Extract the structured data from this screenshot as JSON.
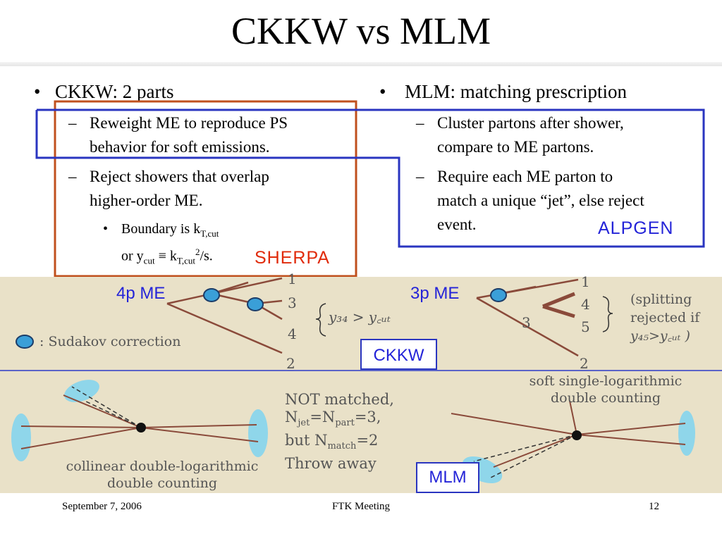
{
  "title": "CKKW vs MLM",
  "left": {
    "bullet": "CKKW: 2 parts",
    "subs": [
      "Reweight ME to reproduce PS",
      "behavior for soft emissions.",
      "Reject showers that overlap",
      "higher-order ME."
    ],
    "boundary_a": "Boundary is k",
    "boundary_a_sub": "T,cut",
    "boundary_b": "or y",
    "boundary_b_sub1": "cut",
    "boundary_b_mid": " ≡ k",
    "boundary_b_sub2": "T,cut",
    "boundary_b_sup": "2",
    "boundary_b_end": "/s."
  },
  "right": {
    "bullet": "MLM: matching prescription",
    "subs": [
      "Cluster partons after shower,",
      "compare to ME partons.",
      "Require each ME parton to",
      "match a unique “jet”, else reject",
      "event."
    ]
  },
  "labels": {
    "sherpa": "SHERPA",
    "alpgen": "ALPGEN",
    "me4": "4p ME",
    "me3": "3p ME",
    "ckkw": "CKKW",
    "mlm": "MLM"
  },
  "ckkw_fig": {
    "sudakov": ": Sudakov correction",
    "left_nums": [
      "1",
      "3",
      "4",
      "2"
    ],
    "y34": "y₃₄ > y꜀ᵤₜ",
    "right_nums": [
      "1",
      "4",
      "5",
      "3",
      "2"
    ],
    "splitting": [
      "(splitting",
      "rejected if",
      "y₄₅>y꜀ᵤₜ )"
    ]
  },
  "mlm_fig": {
    "collinear": [
      "collinear double-logarithmic",
      "double counting"
    ],
    "not_matched": [
      "NOT matched,",
      "N",
      "jet",
      "=N",
      "part",
      "=3,",
      "but N",
      "match",
      "=2",
      "Throw away"
    ],
    "soft": [
      "soft single-logarithmic",
      "double counting"
    ]
  },
  "footer": {
    "date": "September 7, 2006",
    "center": "FTK Meeting",
    "page": "12"
  },
  "colors": {
    "box_red": "#c0501e",
    "box_blue": "#2a35c0",
    "label_blue": "#2424d8",
    "label_red": "#e02a0a",
    "vertex": "#3a9fd8",
    "panel": "#e9e1c8",
    "brown": "#8a4a3a"
  }
}
